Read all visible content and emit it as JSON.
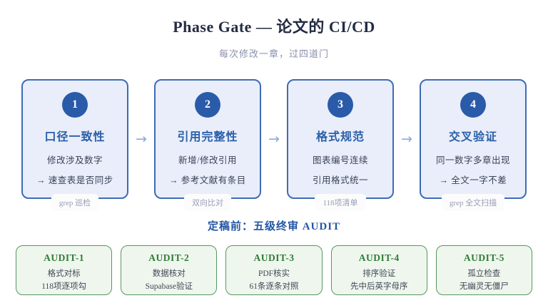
{
  "page": {
    "title": "Phase Gate — 论文的 CI/CD",
    "subtitle": "每次修改一章，过四道门"
  },
  "arrow_glyph": "→",
  "gates": [
    {
      "number": "1",
      "title": "口径一致性",
      "lines": [
        "修改涉及数字",
        "→ 速查表是否同步"
      ],
      "badge": "grep 巡检"
    },
    {
      "number": "2",
      "title": "引用完整性",
      "lines": [
        "新增/修改引用",
        "→ 参考文献有条目"
      ],
      "badge": "双向比对"
    },
    {
      "number": "3",
      "title": "格式规范",
      "lines": [
        "图表编号连续",
        "引用格式统一"
      ],
      "badge": "118项清单"
    },
    {
      "number": "4",
      "title": "交叉验证",
      "lines": [
        "同一数字多章出现",
        "→ 全文一字不差"
      ],
      "badge": "grep 全文扫描"
    }
  ],
  "audit_section": {
    "heading": "定稿前：五级终审 AUDIT"
  },
  "audits": [
    {
      "title": "AUDIT-1",
      "lines": [
        "格式对标",
        "118项逐项勾"
      ]
    },
    {
      "title": "AUDIT-2",
      "lines": [
        "数据核对",
        "Supabase验证"
      ]
    },
    {
      "title": "AUDIT-3",
      "lines": [
        "PDF核实",
        "61条逐条对照"
      ]
    },
    {
      "title": "AUDIT-4",
      "lines": [
        "排序验证",
        "先中后英字母序"
      ]
    },
    {
      "title": "AUDIT-5",
      "lines": [
        "孤立检查",
        "无幽灵无僵尸"
      ]
    }
  ],
  "colors": {
    "gate_border": "#3d6cb6",
    "gate_bg": "#e9eefa",
    "gate_accent": "#2a5ba8",
    "audit_border": "#55985d",
    "audit_bg": "#eff6ee",
    "audit_accent": "#2e7c35",
    "subtitle": "#8a90ac"
  }
}
